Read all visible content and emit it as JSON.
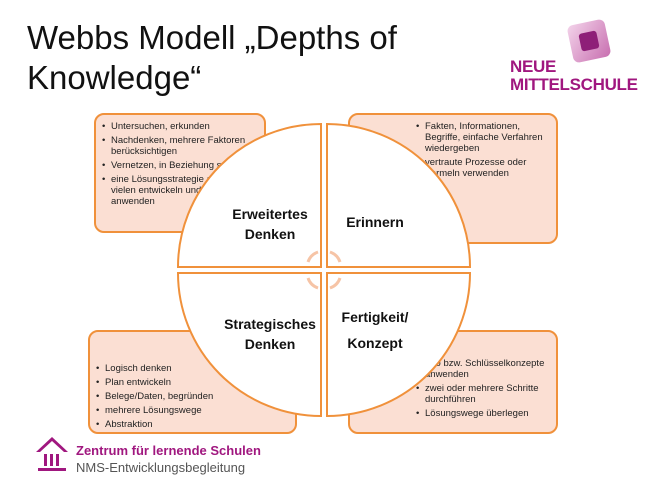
{
  "title": {
    "line1": "Webbs Modell „Depths of",
    "line2": "Knowledge“"
  },
  "logo": {
    "line1": "NEUE",
    "line2": "MITTELSCHULE"
  },
  "quadrants": {
    "top_left": {
      "label1": "Erweitertes",
      "label2": "Denken",
      "items": [
        "Untersuchen, erkunden",
        "Nachdenken, mehrere Faktoren berücksichtigen",
        "Vernetzen, in Beziehung setzen",
        "eine Lösungsstrategie aus vielen entwickeln und anwenden"
      ]
    },
    "top_right": {
      "label1": "Erinnern",
      "items": [
        "Fakten, Informationen, Begriffe, einfache Verfahren wiedergeben",
        "vertraute Prozesse oder Formeln verwenden"
      ]
    },
    "bottom_left": {
      "label1": "Strategisches",
      "label2": "Denken",
      "items": [
        "Logisch denken",
        "Plan entwickeln",
        "Belege/Daten, begründen",
        "mehrere Lösungswege",
        "Abstraktion"
      ]
    },
    "bottom_right": {
      "label1": "Fertigkeit/",
      "label2": "Konzept",
      "items": [
        "Info bzw. Schlüsselkonzepte anwenden",
        "zwei oder mehrere Schritte durchführen",
        "Lösungswege überlegen"
      ]
    }
  },
  "footer": {
    "line1": "Zentrum für lernende Schulen",
    "line2": "NMS-Entwicklungsbegleitung"
  },
  "colors": {
    "accent": "#f0913b",
    "box_fill": "#fbdfd3",
    "brand": "#a0177f"
  }
}
